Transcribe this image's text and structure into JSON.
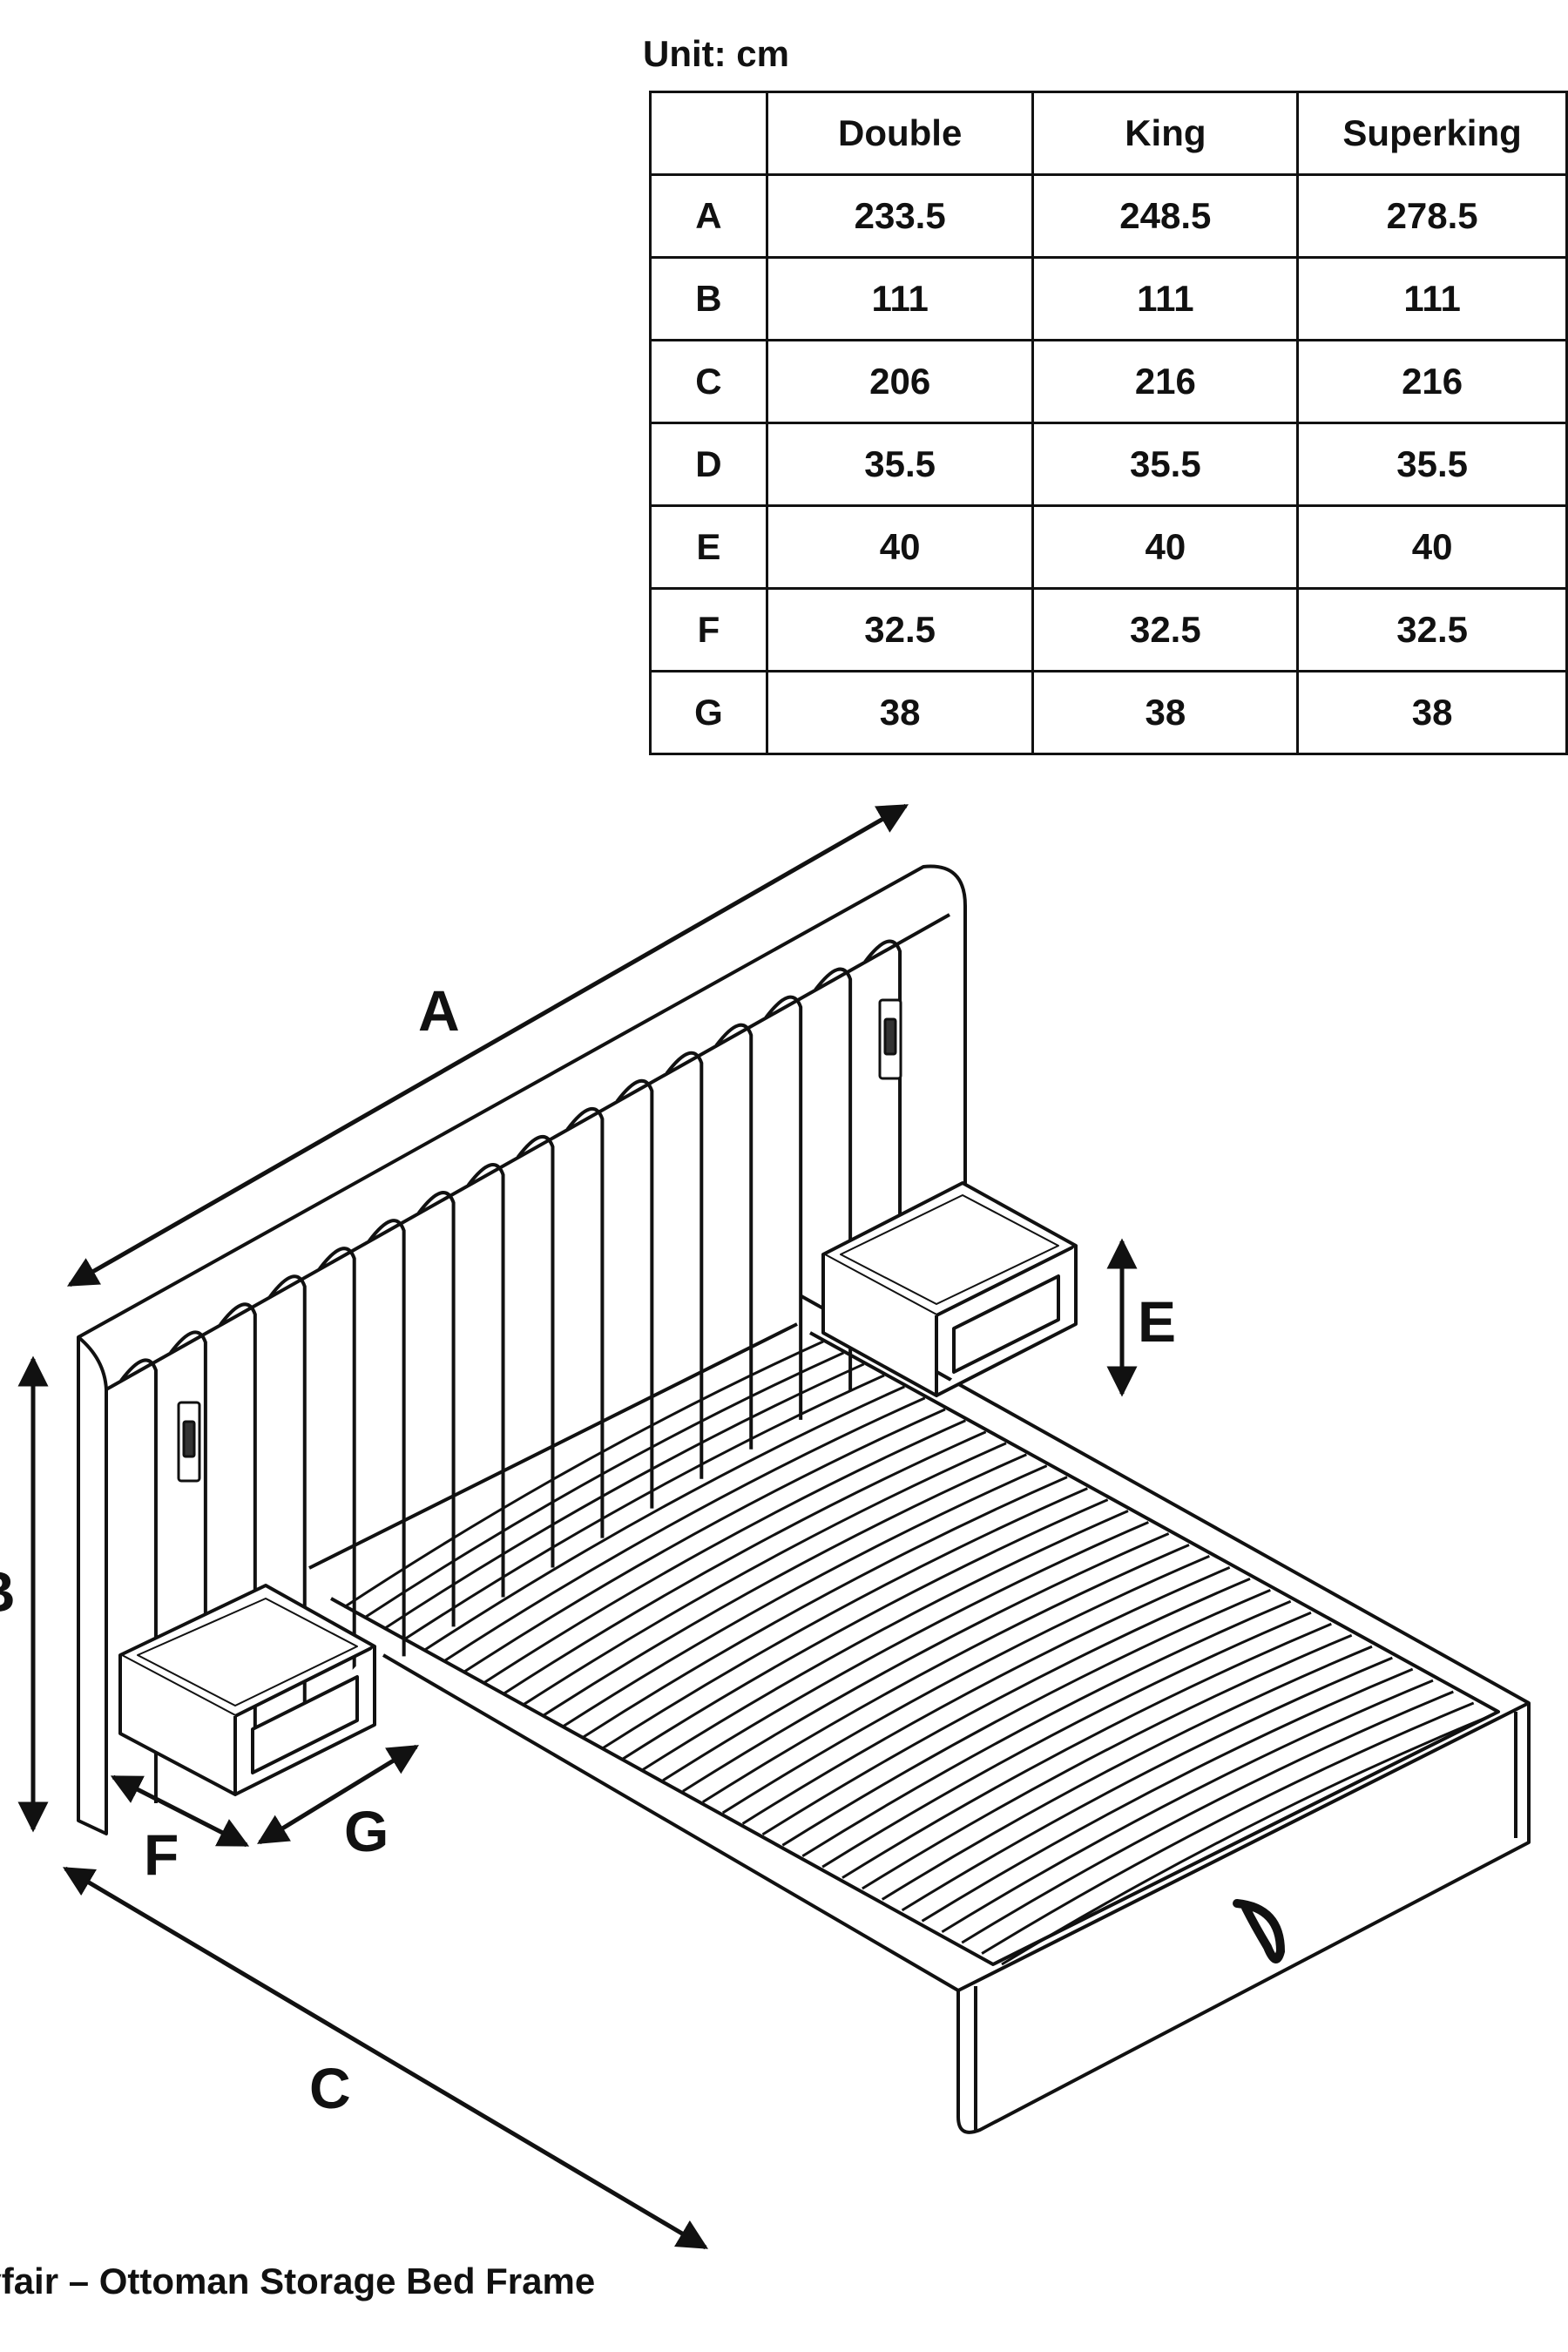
{
  "unit_label": "Unit: cm",
  "table": {
    "columns": [
      "",
      "Double",
      "King",
      "Superking"
    ],
    "rows": [
      {
        "key": "A",
        "values": [
          "233.5",
          "248.5",
          "278.5"
        ]
      },
      {
        "key": "B",
        "values": [
          "111",
          "111",
          "111"
        ]
      },
      {
        "key": "C",
        "values": [
          "206",
          "216",
          "216"
        ]
      },
      {
        "key": "D",
        "values": [
          "35.5",
          "35.5",
          "35.5"
        ]
      },
      {
        "key": "E",
        "values": [
          "40",
          "40",
          "40"
        ]
      },
      {
        "key": "F",
        "values": [
          "32.5",
          "32.5",
          "32.5"
        ]
      },
      {
        "key": "G",
        "values": [
          "38",
          "38",
          "38"
        ]
      }
    ]
  },
  "diagram": {
    "labels": {
      "A": "A",
      "B": "B",
      "C": "C",
      "E": "E",
      "F": "F",
      "G": "G"
    }
  },
  "caption": "Mayfair – Ottoman Storage Bed Frame"
}
